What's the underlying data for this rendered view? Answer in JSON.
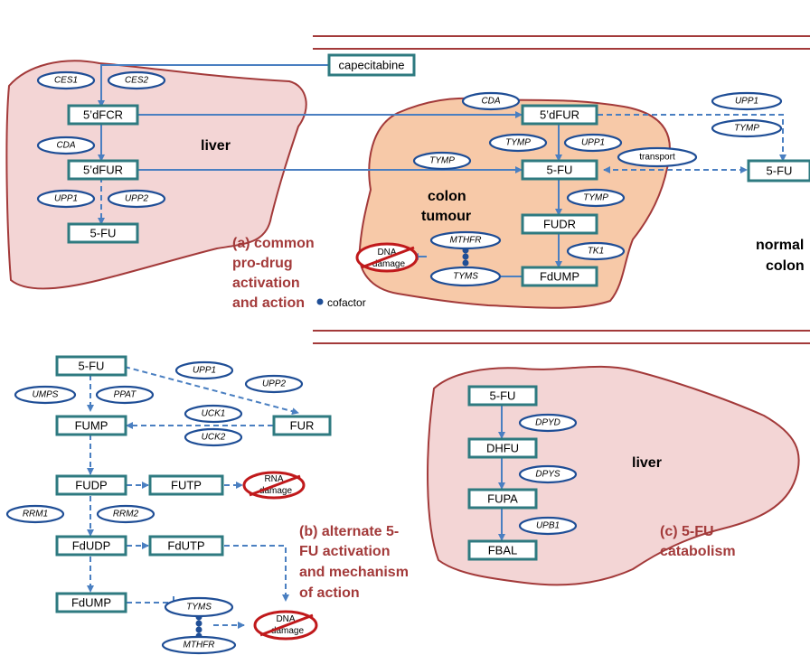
{
  "colors": {
    "organ_fill": "#f3d5d5",
    "organ_stroke": "#a33a3a",
    "tumour_fill": "#f7c9a8",
    "box_stroke": "#2e7a80",
    "enzyme_stroke": "#1f4e96",
    "arrow": "#4a7fc1",
    "cofactor": "#1f4e96"
  },
  "panel_a": {
    "title_lines": [
      "(a) common",
      "pro-drug",
      "activation",
      "and action"
    ],
    "liver": "liver",
    "tumour_lines": [
      "colon",
      "tumour"
    ],
    "normal_lines": [
      "normal",
      "colon"
    ],
    "capecitabine": "capecitabine",
    "liver_5dfcr": "5’dFCR",
    "liver_5dfur": "5’dFUR",
    "liver_5fu": "5-FU",
    "t_5dfur": "5’dFUR",
    "t_5fu": "5-FU",
    "t_fudr": "FUDR",
    "t_fdump": "FdUMP",
    "normal_5fu": "5-FU",
    "enz": {
      "ces1": "CES1",
      "ces2": "CES2",
      "cda_liver": "CDA",
      "upp1_liver": "UPP1",
      "upp2_liver": "UPP2",
      "cda_t": "CDA",
      "tymp_t1": "TYMP",
      "upp1_t": "UPP1",
      "tymp_t2": "TYMP",
      "tymp_t3": "TYMP",
      "tk1": "TK1",
      "mthfr": "MTHFR",
      "tyms": "TYMS",
      "upp1_n": "UPP1",
      "tymp_n": "TYMP",
      "transport": "transport"
    },
    "dna_damage_lines": [
      "DNA",
      "damage"
    ],
    "cofactor": "cofactor"
  },
  "panel_b": {
    "title_lines": [
      "(b) alternate 5-",
      "FU activation",
      "and mechanism",
      "of action"
    ],
    "n_5fu": "5-FU",
    "fump": "FUMP",
    "fur": "FUR",
    "fudp": "FUDP",
    "futp": "FUTP",
    "fdudp": "FdUDP",
    "fdutp": "FdUTP",
    "fdump": "FdUMP",
    "enz": {
      "umps": "UMPS",
      "ppat": "PPAT",
      "upp1": "UPP1",
      "upp2": "UPP2",
      "uck1": "UCK1",
      "uck2": "UCK2",
      "rrm1": "RRM1",
      "rrm2": "RRM2",
      "tyms": "TYMS",
      "mthfr": "MTHFR"
    },
    "rna_damage_lines": [
      "RNA",
      "damage"
    ],
    "dna_damage_lines": [
      "DNA",
      "damage"
    ]
  },
  "panel_c": {
    "title_lines": [
      "(c) 5-FU",
      "catabolism"
    ],
    "liver": "liver",
    "n_5fu": "5-FU",
    "dhfu": "DHFU",
    "fupa": "FUPA",
    "fbal": "FBAL",
    "enz": {
      "dpyd": "DPYD",
      "dpys": "DPYS",
      "upb1": "UPB1"
    }
  }
}
